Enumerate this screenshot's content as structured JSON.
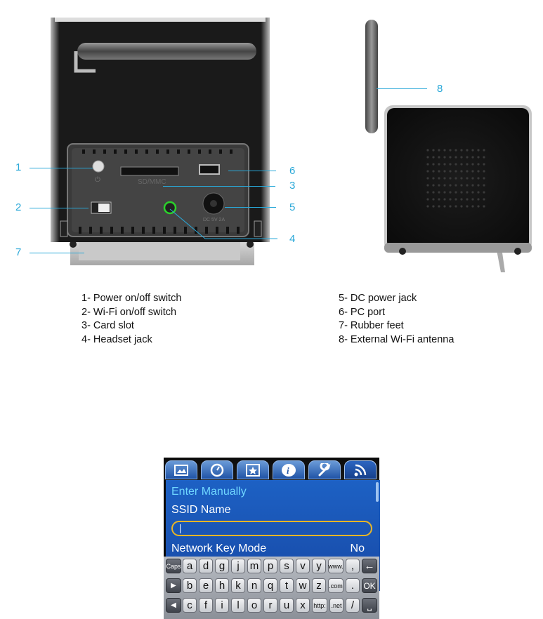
{
  "callouts": {
    "n1": "1",
    "n2": "2",
    "n3": "3",
    "n4": "4",
    "n5": "5",
    "n6": "6",
    "n7": "7",
    "n8": "8"
  },
  "device_labels": {
    "card_slot": "SD/MMC",
    "dc_label": "DC 5V 2A"
  },
  "legend_left": [
    "1- Power on/off switch",
    "2- Wi-Fi on/off switch",
    "3- Card slot",
    "4- Headset jack"
  ],
  "legend_right": [
    "5- DC power jack",
    "6- PC port",
    "7- Rubber feet",
    "8- External Wi-Fi antenna"
  ],
  "screen": {
    "tabs": [
      {
        "icon": "photo-icon"
      },
      {
        "icon": "clock-icon"
      },
      {
        "icon": "favorites-icon"
      },
      {
        "icon": "info-icon"
      },
      {
        "icon": "wrench-icon"
      },
      {
        "icon": "wifi-icon",
        "active": true
      }
    ],
    "rows": {
      "enter_manually": "Enter Manually",
      "ssid_name": "SSID Name",
      "ssid_value": "",
      "network_key_mode": "Network Key Mode",
      "network_key_mode_value": "No"
    },
    "keyboard": {
      "row1": [
        "Caps",
        "a",
        "d",
        "g",
        "j",
        "m",
        "p",
        "s",
        "v",
        "y",
        "www.",
        ",",
        "←"
      ],
      "row2": [
        "▶",
        "b",
        "e",
        "h",
        "k",
        "n",
        "q",
        "t",
        "w",
        "z",
        ".com",
        ".",
        "OK"
      ],
      "row3": [
        "◀",
        "c",
        "f",
        "i",
        "l",
        "o",
        "r",
        "u",
        "x",
        "http:",
        ".net",
        "/",
        "⎵"
      ]
    }
  }
}
